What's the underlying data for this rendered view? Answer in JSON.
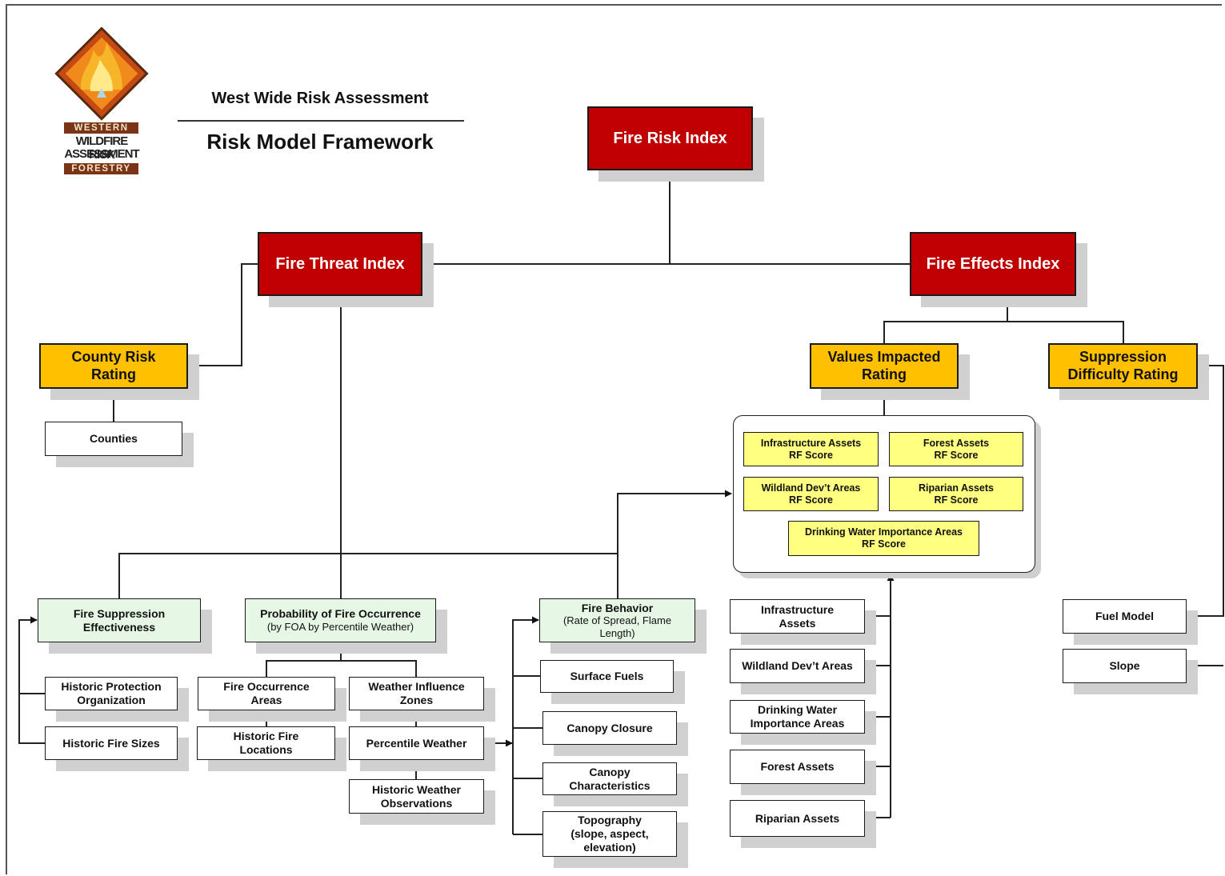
{
  "header": {
    "title": "West Wide Risk Assessment",
    "subtitle": "Risk Model Framework"
  },
  "logo": {
    "line1": "WESTERN",
    "line2": "WILDFIRE RISK",
    "line3": "ASSESSMENT",
    "line4": "FORESTRY"
  },
  "indices": {
    "fire_risk": "Fire Risk Index",
    "fire_threat": "Fire Threat Index",
    "fire_effects": "Fire Effects Index"
  },
  "ratings": {
    "county_risk": [
      "County Risk",
      "Rating"
    ],
    "values_impacted": [
      "Values Impacted",
      "Rating"
    ],
    "suppression_difficulty": [
      "Suppression",
      "Difficulty Rating"
    ]
  },
  "inputs": {
    "counties": "Counties",
    "fire_suppression": [
      "Fire Suppression",
      "Effectiveness"
    ],
    "probability": {
      "title": "Probability of Fire Occurrence",
      "sub": "(by FOA by Percentile Weather)"
    },
    "fire_behavior": {
      "title": "Fire Behavior",
      "sub1": "(Rate of Spread, Flame",
      "sub2": "Length)"
    },
    "historic_protection": [
      "Historic Protection",
      "Organization"
    ],
    "historic_fire_sizes": "Historic Fire Sizes",
    "fire_occurrence_areas": [
      "Fire Occurrence",
      "Areas"
    ],
    "historic_fire_locations": [
      "Historic Fire",
      "Locations"
    ],
    "weather_influence_zones": [
      "Weather Influence",
      "Zones"
    ],
    "percentile_weather": "Percentile Weather",
    "historic_weather_obs": [
      "Historic Weather",
      "Observations"
    ],
    "surface_fuels": "Surface Fuels",
    "canopy_closure": "Canopy Closure",
    "canopy_characteristics": [
      "Canopy",
      "Characteristics"
    ],
    "topography": [
      "Topography",
      "(slope, aspect,",
      "elevation)"
    ],
    "infrastructure_assets": [
      "Infrastructure",
      "Assets"
    ],
    "wildland_dev_areas": "Wildland Dev’t Areas",
    "drinking_water": [
      "Drinking Water",
      "Importance Areas"
    ],
    "forest_assets": "Forest Assets",
    "riparian_assets": "Riparian Assets",
    "fuel_model": "Fuel Model",
    "slope": "Slope"
  },
  "rf_scores": {
    "infrastructure": [
      "Infrastructure Assets",
      "RF Score"
    ],
    "forest": [
      "Forest Assets",
      "RF Score"
    ],
    "wildland": [
      "Wildland Dev’t Areas",
      "RF Score"
    ],
    "riparian": [
      "Riparian Assets",
      "RF Score"
    ],
    "drinking_water": [
      "Drinking Water Importance Areas",
      "RF Score"
    ]
  },
  "colors": {
    "index_red": "#c00000",
    "rating_orange": "#ffc000",
    "score_yellow": "#ffff80",
    "model_green": "#e6f7e6",
    "shadow_gray": "#d0d0d0"
  }
}
